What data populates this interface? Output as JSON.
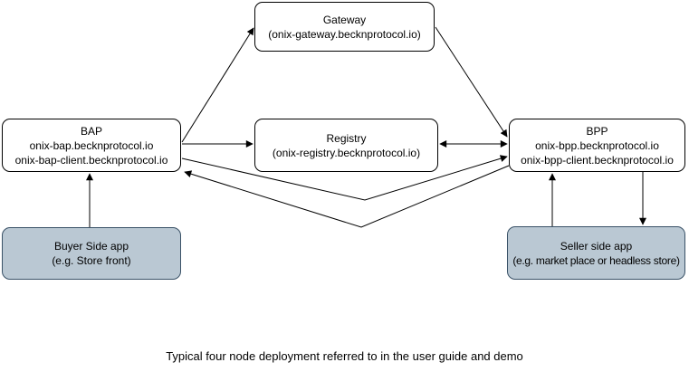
{
  "caption": "Typical four node deployment referred to in the user guide and demo",
  "nodes": {
    "gateway": {
      "lines": [
        "Gateway",
        "(onix-gateway.becknprotocol.io)"
      ]
    },
    "bap": {
      "lines": [
        "BAP",
        "onix-bap.becknprotocol.io",
        "onix-bap-client.becknprotocol.io"
      ]
    },
    "registry": {
      "lines": [
        "Registry",
        "(onix-registry.becknprotocol.io)"
      ]
    },
    "bpp": {
      "lines": [
        "BPP",
        "onix-bpp.becknprotocol.io",
        "onix-bpp-client.becknprotocol.io"
      ]
    },
    "buyer_app": {
      "lines": [
        "Buyer Side app",
        "(e.g. Store front)"
      ]
    },
    "seller_app": {
      "lines": [
        "Seller side app",
        "(e.g. market place or headless store)"
      ]
    }
  },
  "edges": [
    {
      "from": "bap",
      "to": "gateway",
      "direction": "one-way"
    },
    {
      "from": "bap",
      "to": "registry",
      "direction": "one-way"
    },
    {
      "from": "registry",
      "to": "bpp",
      "direction": "two-way"
    },
    {
      "from": "gateway",
      "to": "bpp",
      "direction": "one-way"
    },
    {
      "from": "bap",
      "to": "bpp",
      "direction": "one-way"
    },
    {
      "from": "bpp",
      "to": "bap",
      "direction": "one-way"
    },
    {
      "from": "buyer_app",
      "to": "bap",
      "direction": "one-way"
    },
    {
      "from": "seller_app",
      "to": "bpp",
      "direction": "one-way"
    },
    {
      "from": "bpp",
      "to": "seller_app",
      "direction": "one-way"
    }
  ],
  "colors": {
    "background": "#ffffff",
    "node_fill": "#ffffff",
    "node_stroke": "#000000",
    "app_fill": "#bac8d3",
    "app_stroke": "#3a5267",
    "arrow": "#000000"
  }
}
